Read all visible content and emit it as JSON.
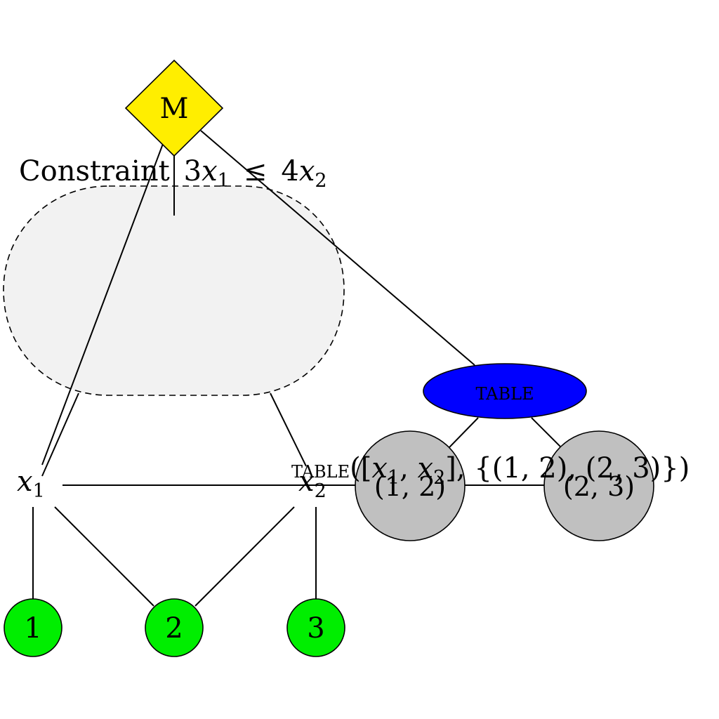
{
  "diagram": {
    "colors": {
      "diamond_fill": "#ffee00",
      "table_node_fill": "#0000ff",
      "tuple_node_fill": "#c0c0c0",
      "value_node_fill": "#00ee00",
      "constraint_blob_fill": "#f2f2f2",
      "stroke": "#000000",
      "background": "#ffffff"
    },
    "root": {
      "label": "M"
    },
    "constraint": {
      "label": "Constraint",
      "relation": {
        "lhs_coeff": "3",
        "lhs_var": "x",
        "lhs_sub": "1",
        "op": "≤",
        "rhs_coeff": "4",
        "rhs_var": "x",
        "rhs_sub": "2"
      }
    },
    "variables": [
      {
        "name": "x",
        "sub": "1"
      },
      {
        "name": "x",
        "sub": "2"
      }
    ],
    "values": [
      {
        "label": "1"
      },
      {
        "label": "2"
      },
      {
        "label": "3"
      }
    ],
    "table_node": {
      "label": "table",
      "expression": {
        "fn": "table",
        "open": "([",
        "var1": "x",
        "sub1": "1",
        "sep": ", ",
        "var2": "x",
        "sub2": "2",
        "rest": "], {(1, 2), (2, 3)})"
      }
    },
    "tuples": [
      {
        "label": "(1, 2)"
      },
      {
        "label": "(2, 3)"
      }
    ]
  }
}
